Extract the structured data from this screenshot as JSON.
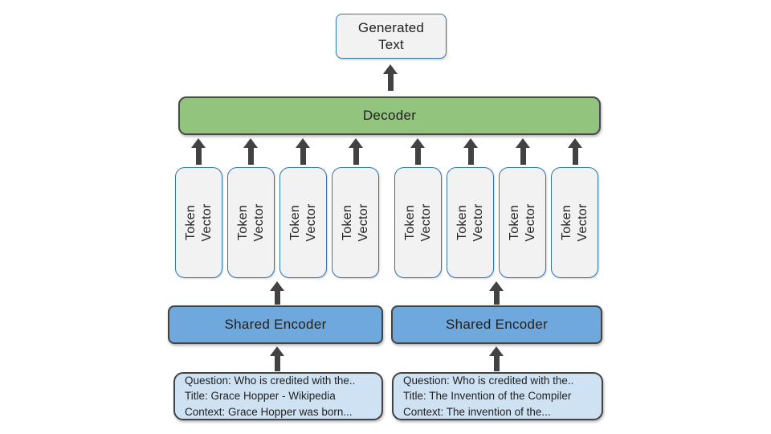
{
  "colors": {
    "decoder_fill": "#93c47d",
    "encoder_fill": "#6fa8dc",
    "passage_fill": "#cfe2f3",
    "token_fill": "#f2f2f3",
    "blue_border": "#2e75b6",
    "dark_border": "#434343",
    "arrow": "#424242",
    "text": "#212121"
  },
  "diagram": {
    "generated_text": {
      "label": "Generated Text"
    },
    "decoder": {
      "label": "Decoder"
    },
    "token_vector": {
      "line1": "Token",
      "line2": "Vector",
      "count": 8
    },
    "encoders": {
      "left": "Shared Encoder",
      "right": "Shared Encoder"
    },
    "passages": {
      "left": [
        "Question: Who is credited with the..",
        "Title: Grace Hopper - Wikipedia",
        "Context: Grace Hopper was born..."
      ],
      "right": [
        "Question: Who is credited with the..",
        "Title: The Invention of the Compiler",
        "Context: The invention of the..."
      ]
    }
  }
}
